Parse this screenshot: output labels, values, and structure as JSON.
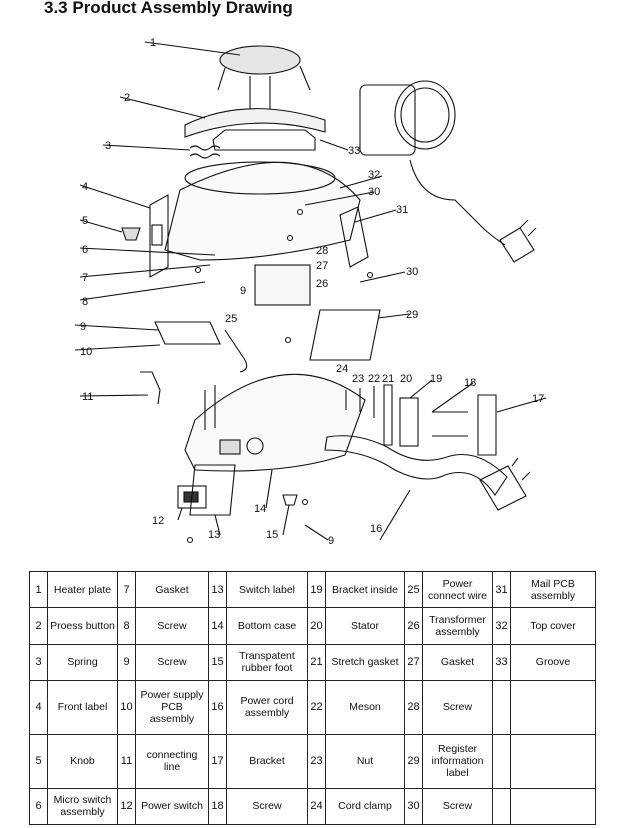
{
  "heading": "3.3 Product Assembly Drawing",
  "callouts": [
    "1",
    "2",
    "3",
    "4",
    "5",
    "6",
    "7",
    "8",
    "9",
    "10",
    "11",
    "33",
    "32",
    "30",
    "31",
    "28",
    "27",
    "26",
    "9",
    "25",
    "29",
    "24",
    "23",
    "22",
    "21",
    "20",
    "19",
    "18",
    "17",
    "14",
    "12",
    "13",
    "15",
    "9",
    "16",
    "30"
  ],
  "parts": [
    [
      {
        "no": "1",
        "name": "Heater plate"
      },
      {
        "no": "7",
        "name": "Gasket"
      },
      {
        "no": "13",
        "name": "Switch label"
      },
      {
        "no": "19",
        "name": "Bracket inside"
      },
      {
        "no": "25",
        "name": "Power connect wire"
      },
      {
        "no": "31",
        "name": "Mail PCB assembly"
      }
    ],
    [
      {
        "no": "2",
        "name": "Proess button"
      },
      {
        "no": "8",
        "name": "Screw"
      },
      {
        "no": "14",
        "name": "Bottom case"
      },
      {
        "no": "20",
        "name": "Stator"
      },
      {
        "no": "26",
        "name": "Transformer assembly"
      },
      {
        "no": "32",
        "name": "Top cover"
      }
    ],
    [
      {
        "no": "3",
        "name": "Spring"
      },
      {
        "no": "9",
        "name": "Screw"
      },
      {
        "no": "15",
        "name": "Transpatent rubber foot"
      },
      {
        "no": "21",
        "name": "Stretch gasket"
      },
      {
        "no": "27",
        "name": "Gasket"
      },
      {
        "no": "33",
        "name": "Groove"
      }
    ],
    [
      {
        "no": "4",
        "name": "Front label"
      },
      {
        "no": "10",
        "name": "Power supply PCB assembly"
      },
      {
        "no": "16",
        "name": "Power cord assembly"
      },
      {
        "no": "22",
        "name": "Meson"
      },
      {
        "no": "28",
        "name": "Screw"
      },
      {
        "no": "",
        "name": ""
      }
    ],
    [
      {
        "no": "5",
        "name": "Knob"
      },
      {
        "no": "11",
        "name": "connecting line"
      },
      {
        "no": "17",
        "name": "Bracket"
      },
      {
        "no": "23",
        "name": "Nut"
      },
      {
        "no": "29",
        "name": "Register information label"
      },
      {
        "no": "",
        "name": ""
      }
    ],
    [
      {
        "no": "6",
        "name": "Micro switch assembly"
      },
      {
        "no": "12",
        "name": "Power switch"
      },
      {
        "no": "18",
        "name": "Screw"
      },
      {
        "no": "24",
        "name": "Cord clamp"
      },
      {
        "no": "30",
        "name": "Screw"
      },
      {
        "no": "",
        "name": ""
      }
    ]
  ]
}
